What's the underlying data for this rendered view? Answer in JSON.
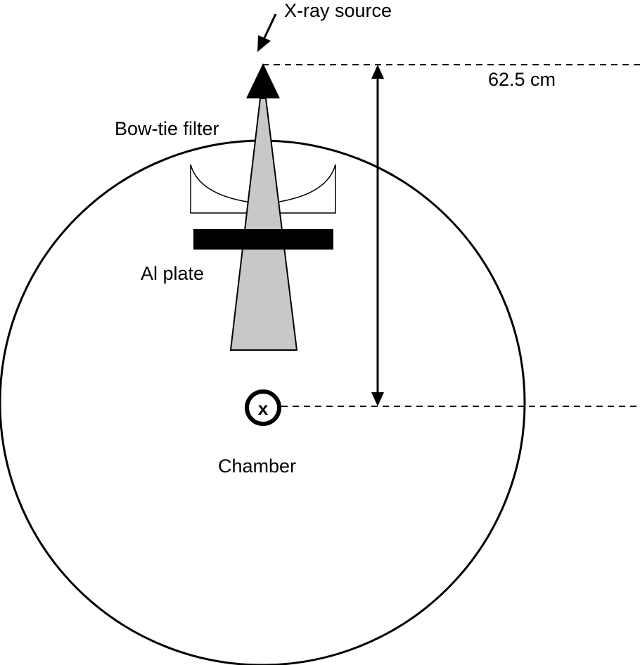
{
  "labels": {
    "xray_source": "X-ray source",
    "distance": "62.5 cm",
    "bowtie_filter": "Bow-tie filter",
    "al_plate": "Al plate",
    "chamber": "Chamber",
    "chamber_symbol": "x"
  },
  "colors": {
    "stroke": "#000000",
    "beam_fill": "#c8c8c8",
    "background": "#ffffff",
    "filter_fill": "#ffffff"
  }
}
